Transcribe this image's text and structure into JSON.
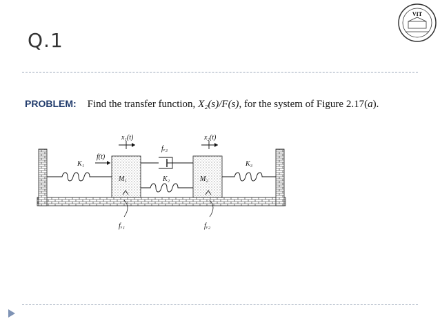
{
  "slide": {
    "title": "Q.1",
    "logo_text": "VIT"
  },
  "problem": {
    "label": "PROBLEM:",
    "text_prefix": "Find the transfer function, ",
    "expr": "X₂(s)/F(s)",
    "text_mid": ", for the system of Figure 2.17(",
    "fig_letter": "a",
    "text_suffix": ")."
  },
  "diagram": {
    "labels": {
      "x1": "x₁(t)",
      "x2": "x₂(t)",
      "force": "f(t)",
      "k1": "K₁",
      "k2": "K₂",
      "k3": "K₃",
      "m1": "M₁",
      "m2": "M₂",
      "fv1": "fᵥ₁",
      "fv2": "fᵥ₂",
      "fv3": "fᵥ₃"
    }
  },
  "colors": {
    "accent": "#1f3a6b",
    "rule": "#9aa7b8",
    "nav": "#7f93b5"
  },
  "icons": {
    "nav": "play-icon",
    "logo": "institute-seal-icon"
  }
}
